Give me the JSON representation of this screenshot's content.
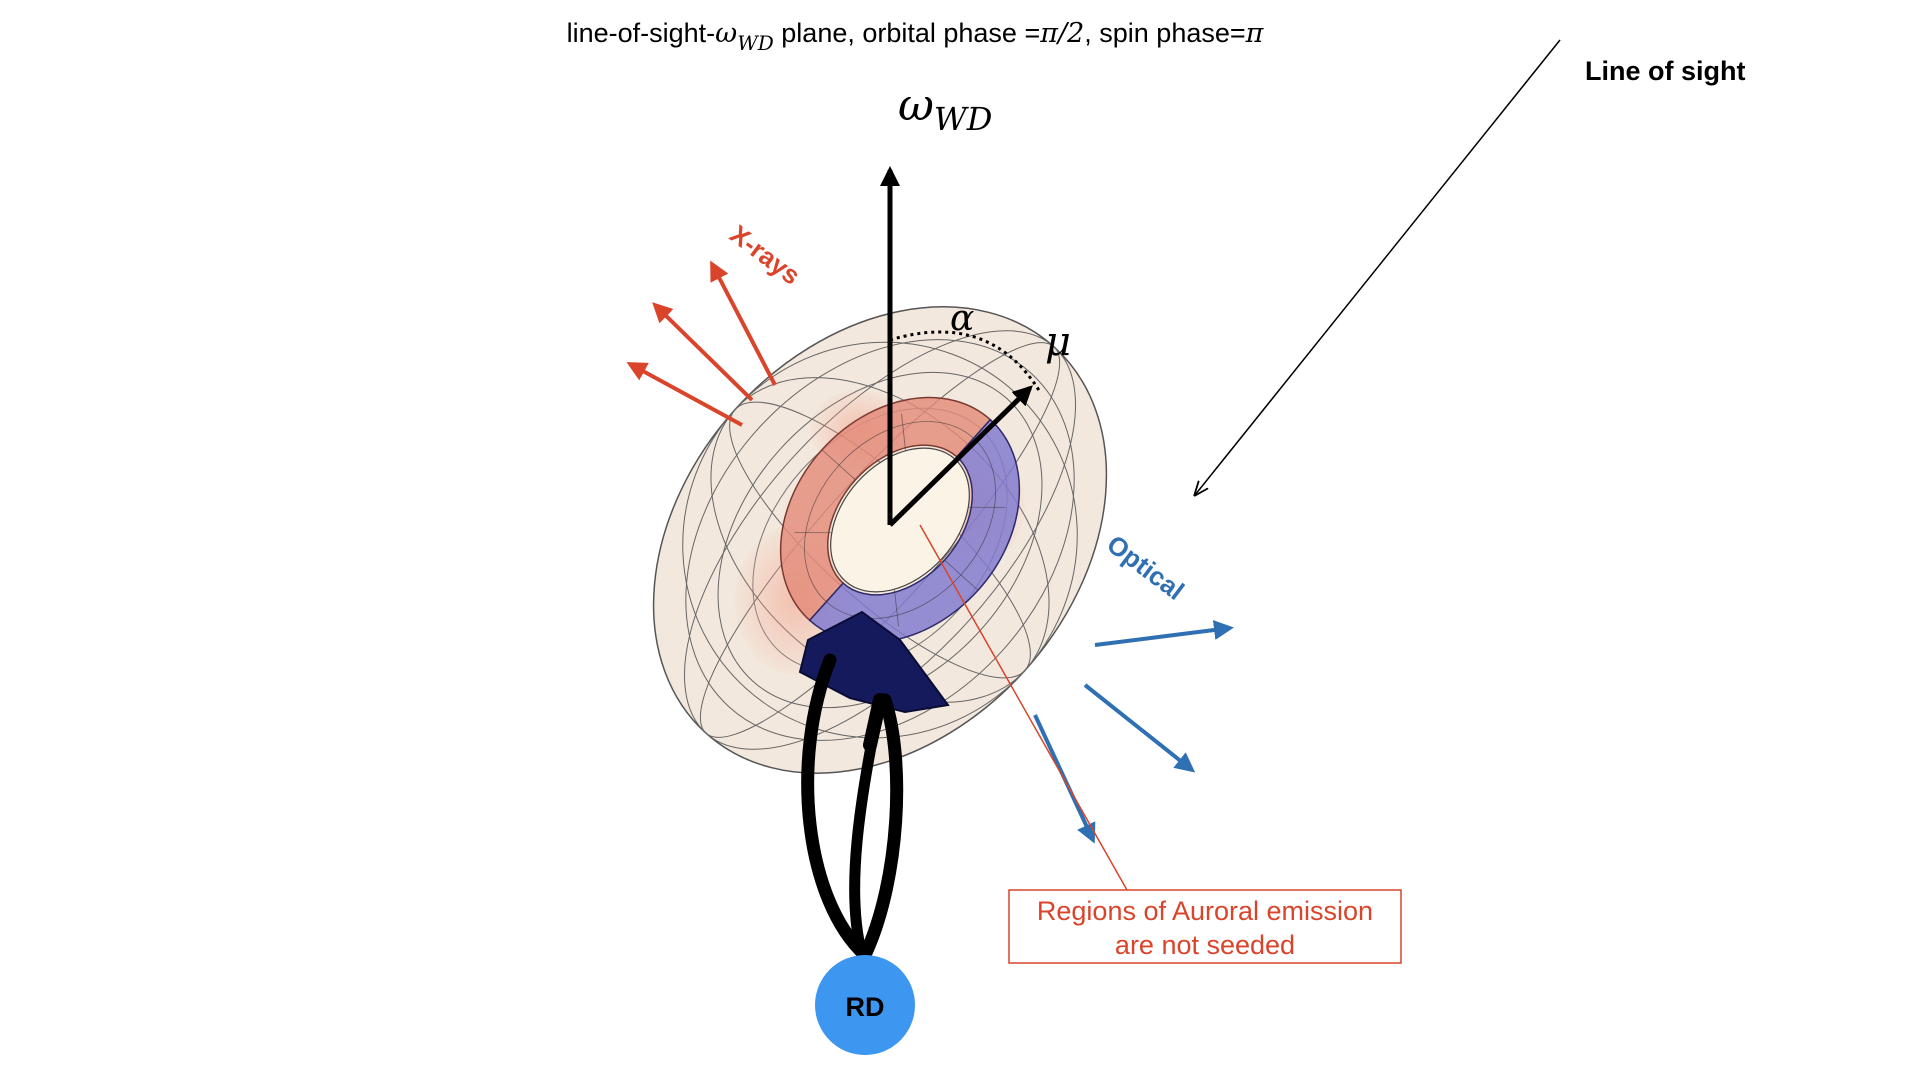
{
  "title": {
    "prefix": "line-of-sight-",
    "omega": "ω",
    "omega_sub": "WD",
    "suffix": " plane, orbital phase =",
    "pi_half": "π/2",
    "spin": ", spin phase=",
    "pi": "π"
  },
  "line_of_sight": "Line of sight",
  "omega_axis": {
    "symbol": "ω",
    "sub": "WD"
  },
  "alpha": "α",
  "mu": "μ",
  "xrays": "X-rays",
  "optical": "Optical",
  "rd": "RD",
  "annotation": {
    "line1": "Regions of Auroral emission",
    "line2": "are not seeded"
  },
  "colors": {
    "red": "#d9442b",
    "blue": "#2f6fb3",
    "rd_fill": "#3d96ef",
    "outer_torus": "#efe0d2",
    "inner_red": "#e48a78",
    "inner_blue": "#7f79d0",
    "navy": "#141a5c",
    "black": "#000000"
  }
}
